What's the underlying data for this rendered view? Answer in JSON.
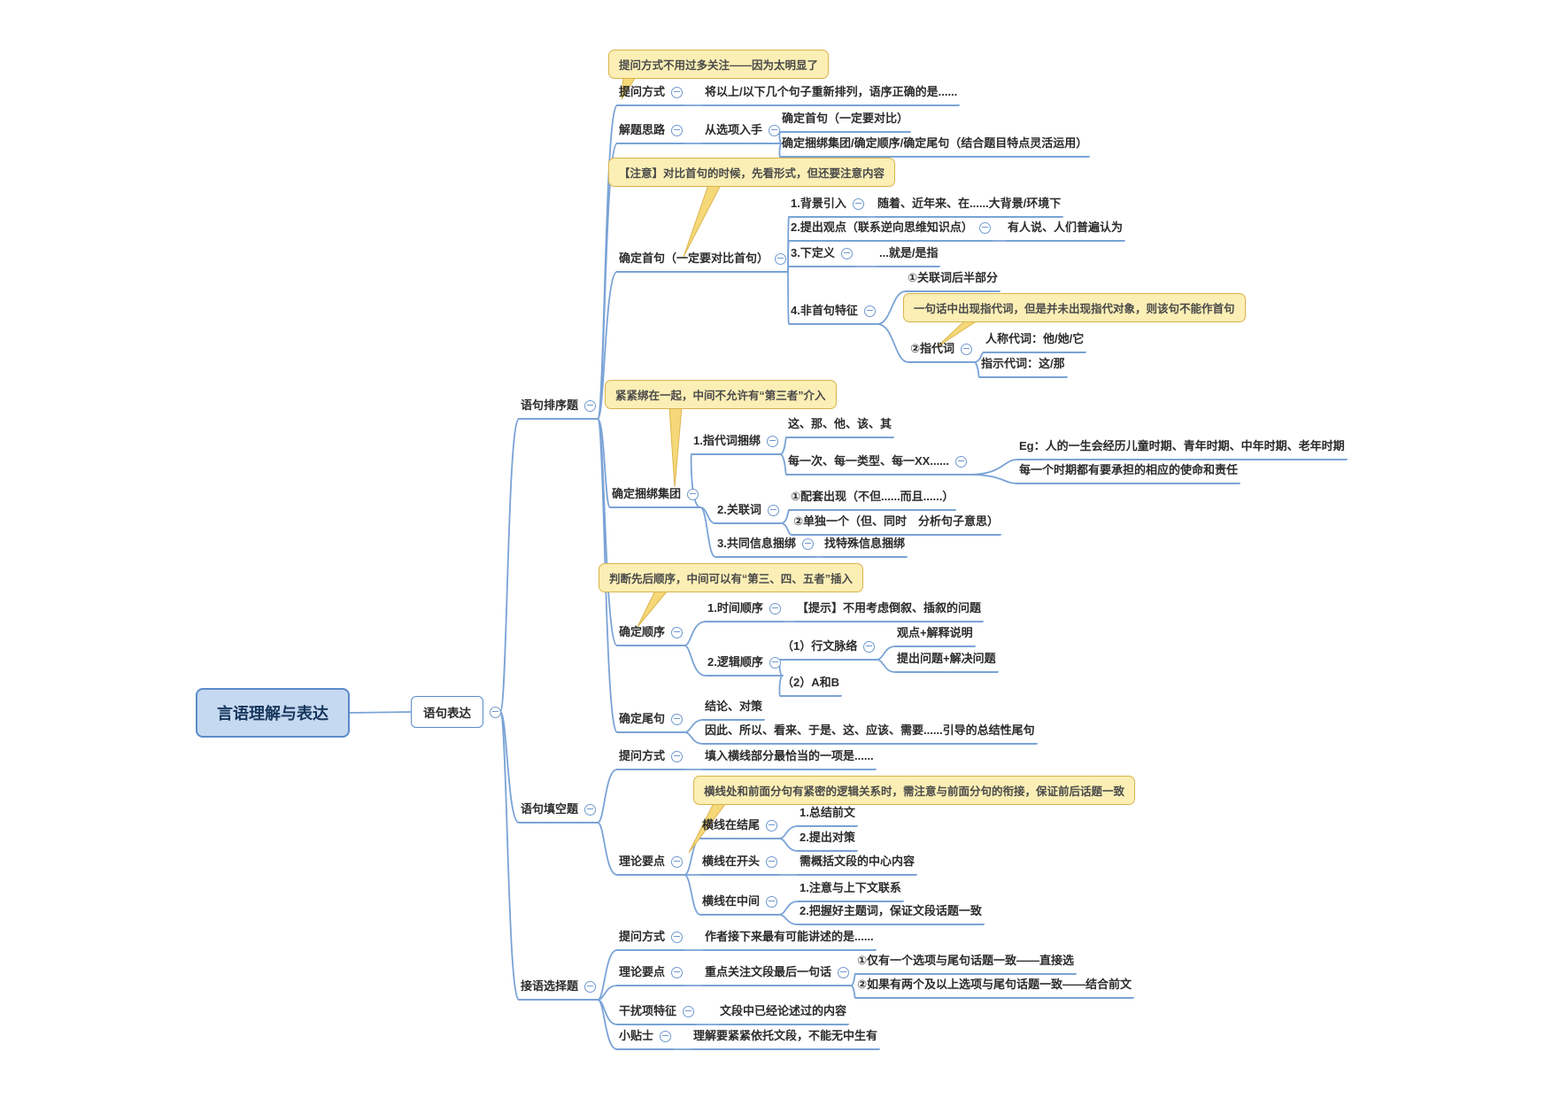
{
  "map": {
    "root": "言语理解与表达",
    "expr": {
      "label": "语句表达",
      "sort": {
        "label": "语句排序题",
        "ask": {
          "label": "提问方式",
          "callout": "提问方式不用过多关注——因为太明显了",
          "text": "将以上/以下几个句子重新排列，语序正确的是......"
        },
        "idea": {
          "label": "解题思路",
          "from": {
            "label": "从选项入手",
            "a": "确定首句（一定要对比）",
            "b": "确定捆绑集团/确定顺序/确定尾句（结合题目特点灵活运用）"
          }
        },
        "first": {
          "label": "确定首句（一定要对比首句）",
          "callout": "【注意】对比首句的时候，先看形式，但还要注意内容",
          "bg": {
            "label": "1.背景引入",
            "text": "随着、近年来、在......大背景/环境下"
          },
          "view": {
            "label": "2.提出观点（联系逆向思维知识点）",
            "text": "有人说、人们普遍认为"
          },
          "def": {
            "label": "3.下定义",
            "text": "...就是/是指"
          },
          "notfirst": {
            "label": "4.非首句特征",
            "rel": "①关联词后半部分",
            "callout": "一句话中出现指代词，但是并未出现指代对象，则该句不能作首句",
            "pron": {
              "label": "②指代词",
              "person": "人称代词：他/她/它",
              "demo": "指示代词：这/那"
            }
          }
        },
        "bind": {
          "label": "确定捆绑集团",
          "callout": "紧紧绑在一起，中间不允许有“第三者”介入",
          "pron": {
            "label": "1.指代词捆绑",
            "a": "这、那、他、该、其",
            "b": {
              "label": "每一次、每一类型、每一XX......",
              "eg1": "Eg：人的一生会经历儿童时期、青年时期、中年时期、老年时期",
              "eg2": "每一个时期都有要承担的相应的使命和责任"
            }
          },
          "conj": {
            "label": "2.关联词",
            "a": "①配套出现（不但......而且......）",
            "b": "②单独一个（但、同时　分析句子意思）"
          },
          "info": {
            "label": "3.共同信息捆绑",
            "text": "找特殊信息捆绑"
          }
        },
        "order": {
          "label": "确定顺序",
          "callout": "判断先后顺序，中间可以有“第三、四、五者”插入",
          "time": {
            "label": "1.时间顺序",
            "text": "【提示】不用考虑倒叙、插叙的问题"
          },
          "logic": {
            "label": "2.逻辑顺序",
            "vein": {
              "label": "（1）行文脉络",
              "a": "观点+解释说明",
              "b": "提出问题+解决问题"
            },
            "ab": "（2）A和B"
          }
        },
        "last": {
          "label": "确定尾句",
          "a": "结论、对策",
          "b": "因此、所以、看来、于是、这、应该、需要......引导的总结性尾句"
        }
      },
      "fill": {
        "label": "语句填空题",
        "ask": {
          "label": "提问方式",
          "text": "填入横线部分最恰当的一项是......"
        },
        "theory": {
          "label": "理论要点",
          "callout": "横线处和前面分句有紧密的逻辑关系时，需注意与前面分句的衔接，保证前后话题一致",
          "end": {
            "label": "横线在结尾",
            "a": "1.总结前文",
            "b": "2.提出对策"
          },
          "head": {
            "label": "横线在开头",
            "text": "需概括文段的中心内容"
          },
          "mid": {
            "label": "横线在中间",
            "a": "1.注意与上下文联系",
            "b": "2.把握好主题词，保证文段话题一致"
          }
        }
      },
      "next": {
        "label": "接语选择题",
        "ask": {
          "label": "提问方式",
          "text": "作者接下来最有可能讲述的是......"
        },
        "theory": {
          "label": "理论要点",
          "last": {
            "label": "重点关注文段最后一句话",
            "a": "①仅有一个选项与尾句话题一致——直接选",
            "b": "②如果有两个及以上选项与尾句话题一致——结合前文"
          }
        },
        "distract": {
          "label": "干扰项特征",
          "text": "文段中已经论述过的内容"
        },
        "tip": {
          "label": "小贴士",
          "text": "理解要紧紧依托文段，不能无中生有"
        }
      }
    }
  },
  "colors": {
    "line": "#7aa3d6",
    "box_border": "#5b8bc9",
    "root_bg": "#c5d9f1",
    "callout_bg": "#fbefb5",
    "callout_border": "#d9b34b"
  }
}
